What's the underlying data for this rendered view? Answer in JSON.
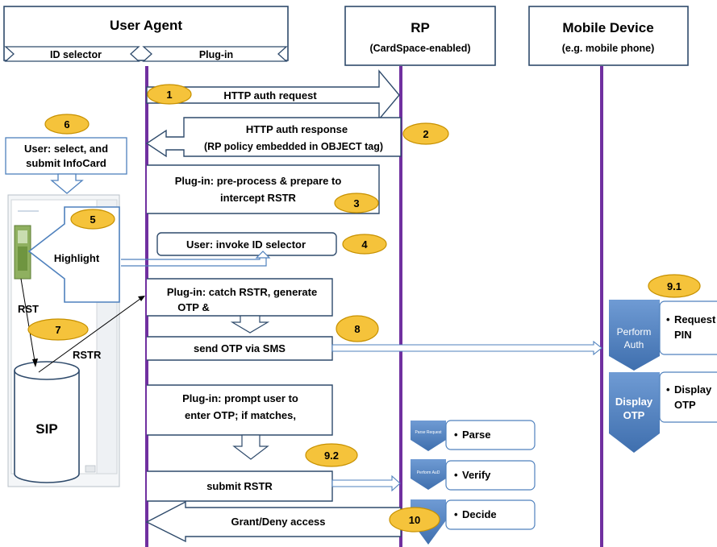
{
  "headers": {
    "user_agent": "User Agent",
    "id_selector": "ID selector",
    "plugin": "Plug-in",
    "rp": "RP",
    "rp_sub": "(CardSpace-enabled)",
    "mobile": "Mobile Device",
    "mobile_sub": "(e.g. mobile phone)"
  },
  "steps": {
    "s1": "1",
    "s2": "2",
    "s3": "3",
    "s4": "4",
    "s5": "5",
    "s6": "6",
    "s7": "7",
    "s8": "8",
    "s91": "9.1",
    "s92": "9.2",
    "s10": "10"
  },
  "messages": {
    "http_auth_request": "HTTP  auth request",
    "http_auth_response": "HTTP  auth response",
    "http_auth_response_sub": "(RP policy embedded in OBJECT tag)",
    "preprocess_1": "Plug-in: pre-process & prepare to",
    "preprocess_2": "intercept RSTR",
    "invoke_selector": "User: invoke ID selector",
    "catch_rstr_1": "Plug-in: catch RSTR,  generate",
    "catch_rstr_2": "OTP &",
    "send_otp": "send OTP via SMS",
    "prompt_1": "Plug-in: prompt user to",
    "prompt_2": "enter OTP; if matches,",
    "submit_rstr": "submit RSTR",
    "grant_deny": "Grant/Deny access"
  },
  "user_side": {
    "select_1": "User: select, and",
    "select_2": "submit InfoCard",
    "highlight": "Highlight",
    "rst": "RST",
    "rstr": "RSTR",
    "sip": "SIP"
  },
  "rp_actions": {
    "parse": "Parse",
    "verify": "Verify",
    "decide": "Decide",
    "parse_tag": "Parse Request",
    "verify_tag": "Perform AuD"
  },
  "mobile_actions": {
    "perform_1": "Perform",
    "perform_2": "Auth",
    "request_1": "Request",
    "request_2": "PIN",
    "display_1": "Display",
    "display_2": "OTP",
    "display_b1": "Display",
    "display_b2": "OTP"
  },
  "colors": {
    "lifeline": "#7030a0",
    "line": "#2e4a6b",
    "badge_fill": "#f5c33b",
    "badge_stroke": "#c79100",
    "action_blue": "#4f81bd",
    "box_stroke": "#4f81bd"
  }
}
